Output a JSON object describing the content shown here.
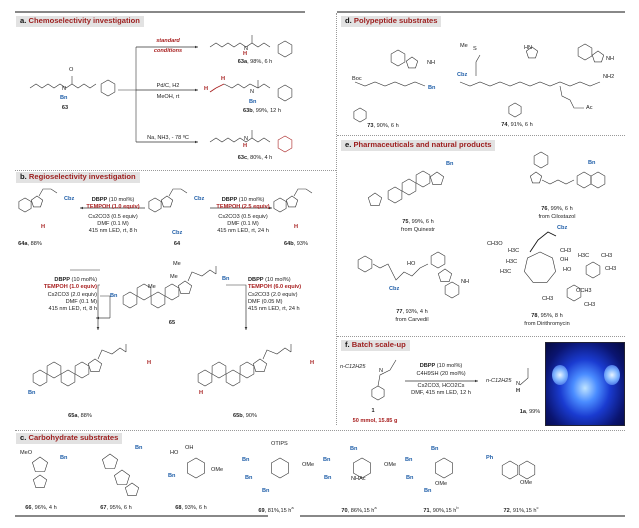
{
  "sections": {
    "a": {
      "letter": "a.",
      "title": "Chemoselectivity investigation"
    },
    "b": {
      "letter": "b.",
      "title": "Regioselectivity investigation"
    },
    "c": {
      "letter": "c.",
      "title": "Carbohydrate substrates"
    },
    "d": {
      "letter": "d.",
      "title": "Polypeptide substrates"
    },
    "e": {
      "letter": "e.",
      "title": "Pharmaceuticals and natural products"
    },
    "f": {
      "letter": "f.",
      "title": "Batch scale-up"
    }
  },
  "chemo": {
    "substrate": "63",
    "cond1_line1": "standard",
    "cond1_line2": "conditions",
    "cond2_line1": "Pd/C, H2",
    "cond2_line2": "MeOH, rt",
    "cond3": "Na, NH3, - 78 ºC",
    "p63a": {
      "id": "63a",
      "yield": ", 98%, 6 h"
    },
    "p63b": {
      "id": "63b",
      "yield": ", 99%, 12 h"
    },
    "p63c": {
      "id": "63c",
      "yield": ", 80%, 4 h"
    }
  },
  "regio": {
    "left": {
      "cat": "DBPP",
      "cat_amt": " (10 mol%)",
      "tempoh": "TEMPOH (1.0 equiv)",
      "base": "Cs2CO3 (0.5 equiv)",
      "solvent": "DMF (0.1 M)",
      "light": "415 nm LED, rt, 8 h"
    },
    "right": {
      "cat": "DBPP",
      "cat_amt": " (10 mol%)",
      "tempoh": "TEMPOH (2.5 equiv)",
      "base": "Cs2CO3 (0.5 equiv)",
      "solvent": "DMF (0.1 M)",
      "light": "415 nm LED, rt, 24 h"
    },
    "p64a": {
      "id": "64a",
      "yield": ", 88%"
    },
    "s64": "64",
    "p64b": {
      "id": "64b",
      "yield": ", 93%"
    },
    "s65": "65",
    "left2": {
      "cat": "DBPP",
      "cat_amt": " (10 mol%)",
      "tempoh": "TEMPOH (1.0 equiv)",
      "base": "Cs2CO3 (2.0 equiv)",
      "solvent": "DMF (0.1 M)",
      "light": "415 nm LED, rt, 8 h"
    },
    "right2": {
      "cat": "DBPP",
      "cat_amt": " (10 mol%)",
      "tempoh": "TEMPOH (6.0 equiv)",
      "base": "Cs2CO3 (2.0 equiv)",
      "solvent": "DMF (0.05 M)",
      "light": "415 nm LED, rt, 24 h"
    },
    "p65a": {
      "id": "65a",
      "yield": ", 88%"
    },
    "p65b": {
      "id": "65b",
      "yield": ", 90%"
    }
  },
  "carbs": [
    {
      "id": "66",
      "yield": ", 96%, 4 h"
    },
    {
      "id": "67",
      "yield": ", 95%, 6 h"
    },
    {
      "id": "68",
      "yield": ", 93%, 6 h"
    },
    {
      "id": "69",
      "yield": ", 81%,15 h",
      "note": "a"
    },
    {
      "id": "70",
      "yield": ", 86%,15 h",
      "note": "a"
    },
    {
      "id": "71",
      "yield": ", 90%,15 h",
      "note": "b"
    },
    {
      "id": "72",
      "yield": ", 91%,15 h",
      "note": "c"
    }
  ],
  "peptides": [
    {
      "id": "73",
      "yield": ", 90%, 6 h"
    },
    {
      "id": "74",
      "yield": ", 91%, 6 h"
    }
  ],
  "pharma": [
    {
      "id": "75",
      "yield": ", 99%, 6 h",
      "source": "from Quinestr"
    },
    {
      "id": "76",
      "yield": ", 99%, 6 h",
      "source": "from Cilostazol"
    },
    {
      "id": "77",
      "yield": ", 93%, 4 h",
      "source": "from Carvedil"
    },
    {
      "id": "78",
      "yield": ", 95%, 8 h",
      "source": "from Dirithromycin"
    }
  ],
  "scaleup": {
    "substrate": "1",
    "amount": "50 mmol, 15.85 g",
    "cat": "DBPP",
    "cat_amt": " (10 mol%)",
    "thiol": "C4H9SH (20 mol%)",
    "base": "Cs2CO3, HCO2Cs",
    "cond": "DMF, 415 nm LED, 12 h",
    "chain": "n-C12H25",
    "product": "1a",
    "yield": ", 99%"
  },
  "atoms": {
    "Bn": "Bn",
    "Cbz": "Cbz",
    "H": "H",
    "N": "N",
    "O": "O",
    "Me": "Me",
    "NH": "NH",
    "OMe": "OMe",
    "OH": "OH",
    "HO": "HO",
    "MeO": "MeO",
    "Boc": "Boc",
    "NH2": "NH2",
    "Ac": "Ac",
    "S": "S",
    "HN": "HN",
    "OTIPS": "OTIPS",
    "NHAc": "NHAc",
    "Ph": "Ph",
    "OCH3": "OCH3",
    "CH3": "CH3",
    "H3C": "H3C",
    "CH3O": "CH3O"
  },
  "colors": {
    "title_red": "#9c1d1d",
    "protecting_blue": "#1f5ea8",
    "highlight_red": "#a82020"
  }
}
